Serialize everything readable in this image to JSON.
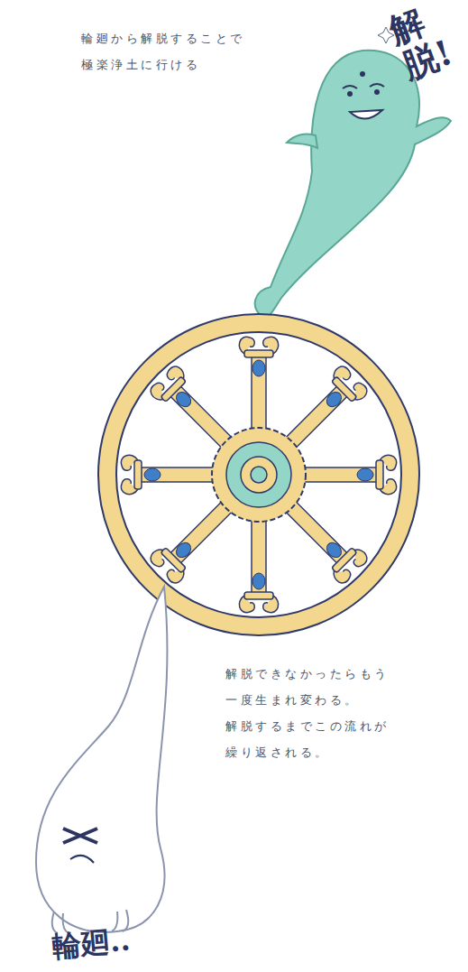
{
  "diagram": {
    "labels": [
      "輪廻から解脱することで 極楽浄土に行ける",
      "解脱!",
      "解脱できなかったらもう 一度生まれ変わる。 解脱するまでこの流れが 繰り返される。",
      "輪廻.."
    ]
  }
}
